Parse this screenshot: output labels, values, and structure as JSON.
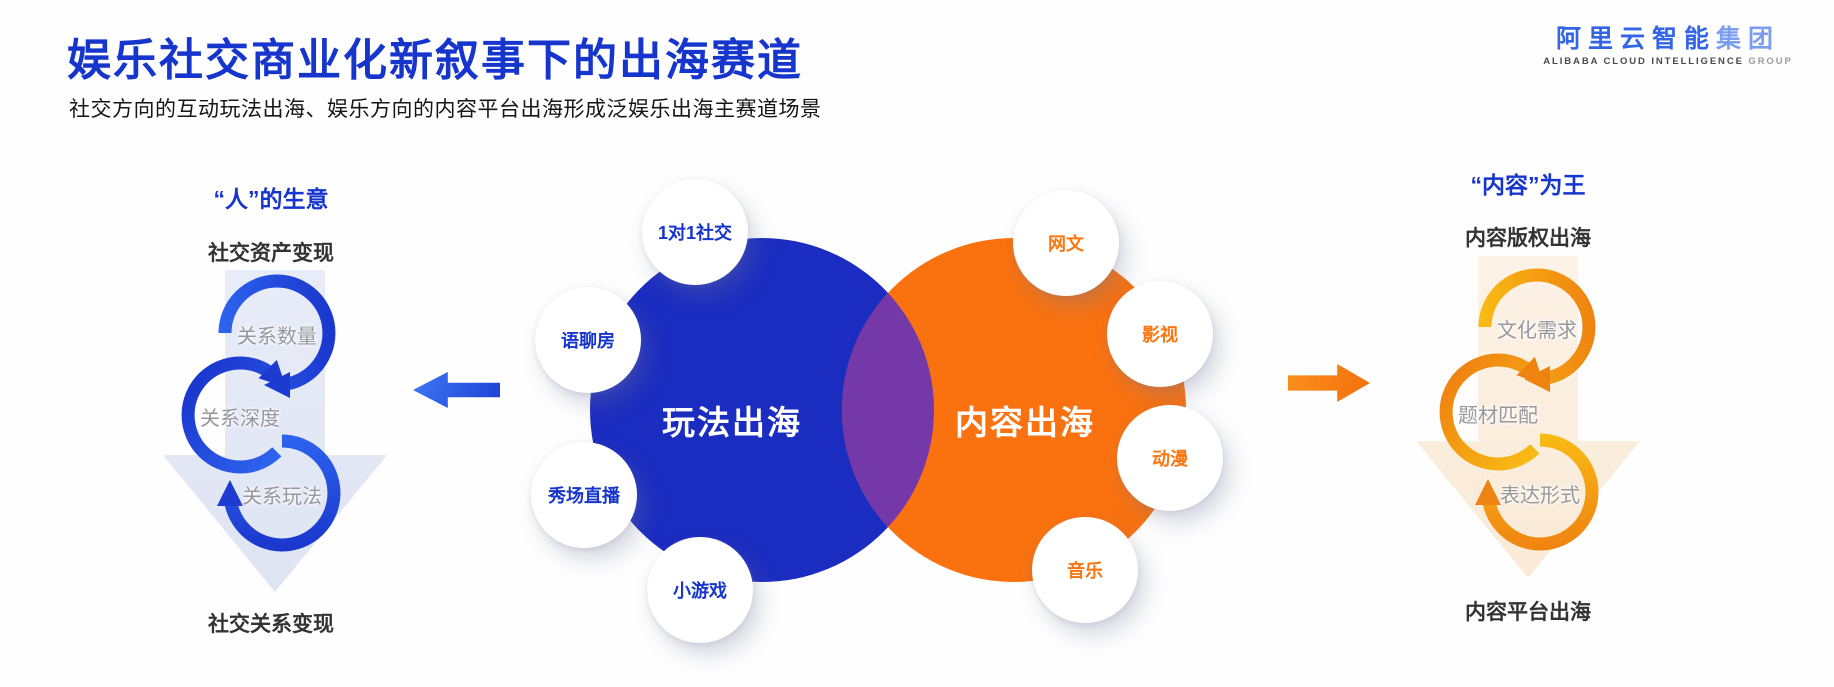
{
  "slide": {
    "title": "娱乐社交商业化新叙事下的出海赛道",
    "subtitle": "社交方向的互动玩法出海、娱乐方向的内容平台出海形成泛娱乐出海主赛道场景"
  },
  "logo": {
    "cn_main": "阿里云智能",
    "cn_suffix": "集团",
    "en_main": "ALIBABA CLOUD INTELLIGENCE",
    "en_suffix": "GROUP"
  },
  "left_panel": {
    "heading": "“人”的生意",
    "top_label": "社交资产变现",
    "steps": [
      "关系数量",
      "关系深度",
      "关系玩法"
    ],
    "bottom_label": "社交关系变现"
  },
  "venn": {
    "left": {
      "label": "玩法出海",
      "satellites": [
        "1对1社交",
        "语聊房",
        "秀场直播",
        "小游戏"
      ]
    },
    "right": {
      "label": "内容出海",
      "satellites": [
        "网文",
        "影视",
        "动漫",
        "音乐"
      ]
    }
  },
  "right_panel": {
    "heading": "“内容”为王",
    "top_label": "内容版权出海",
    "steps": [
      "文化需求",
      "题材匹配",
      "表达形式"
    ],
    "bottom_label": "内容平台出海"
  },
  "colors": {
    "accent_blue": "#1535CD",
    "circle_blue": "#1B2CC0",
    "circle_orange": "#FA7210",
    "overlap_purple": "#7438A8",
    "loop_blue_gradient": [
      "#2E66F0",
      "#1830C8"
    ],
    "loop_orange_gradient": [
      "#F9BE14",
      "#EE7B10"
    ],
    "bg_arrow_blue": "#E3E8F5",
    "bg_arrow_orange": "#FBEEDF",
    "step_text_gray": "#97989D",
    "dark_text": "#333333",
    "satellite_orange_text": "#F97612"
  }
}
